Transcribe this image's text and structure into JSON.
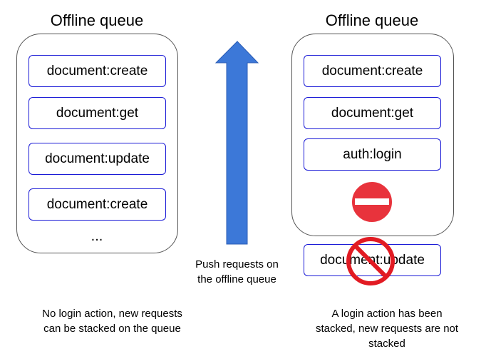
{
  "left_panel": {
    "title": "Offline queue",
    "requests": [
      "document:create",
      "document:get",
      "document:update",
      "document:create"
    ],
    "ellipsis": "...",
    "caption_line1": "No login action, new requests",
    "caption_line2": "can be stacked on the queue"
  },
  "middle": {
    "arrow_color": "#3c78d8",
    "caption_line1": "Push requests on",
    "caption_line2": "the offline queue"
  },
  "right_panel": {
    "title": "Offline queue",
    "requests": [
      "document:create",
      "document:get",
      "auth:login"
    ],
    "rejected_request": "document:update",
    "caption_line1": "A login action has been",
    "caption_line2": "stacked, new requests are not",
    "caption_line3": "stacked"
  },
  "icons": {
    "no_entry": "no-entry-icon",
    "prohibited": "prohibited-icon",
    "push_arrow": "up-arrow-icon"
  },
  "colors": {
    "request_border": "#1a1ad6",
    "no_entry_red": "#e8333c",
    "prohibited_red": "#e21b23"
  }
}
